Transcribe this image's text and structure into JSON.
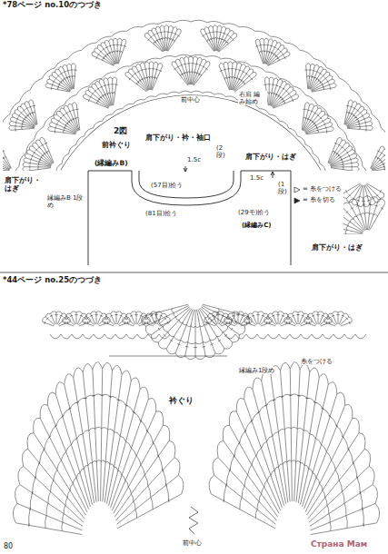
{
  "diagram": {
    "labels": [
      "*78ページ no.10のつづき",
      "前中心",
      "右肩 編み始め",
      "2図",
      "前衿ぐり",
      "肩下がり・衿・袖口",
      "(縁編みB)",
      "1.5c",
      "(2段)",
      "(57目)拾う",
      "肩下がり・はぎ",
      "1.5c",
      "(1段)",
      "(81目)拾う",
      "(29モ)拾う",
      "(縁編みC)",
      "肩下がり・はぎ",
      "縁編みB 1段め",
      "肩下がり・はぎ",
      "*44ページ no.25のつづき",
      "縁編み1段め",
      "糸をつける",
      "衿ぐり",
      "前中心",
      "80",
      "Страна Мам"
    ],
    "legend": [
      {
        "text": "= 糸をつける"
      },
      {
        "text": "= 糸を切る"
      }
    ]
  }
}
